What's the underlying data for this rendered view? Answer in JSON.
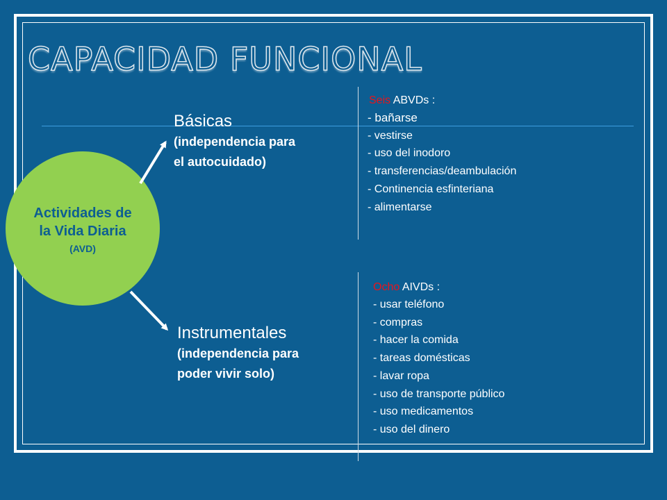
{
  "title": "CAPACIDAD FUNCIONAL",
  "colors": {
    "background": "#0d5e92",
    "circle": "#92d050",
    "highlight_number": "#e8141b",
    "text": "#ffffff",
    "circle_text": "#0d5e92"
  },
  "avd": {
    "line1": "Actividades de",
    "line2": "la Vida Diaria",
    "line3": "(AVD)"
  },
  "basicas": {
    "name": "Básicas",
    "desc_line1": "(independencia para",
    "desc_line2": "el autocuidado)"
  },
  "instrumentales": {
    "name": "Instrumentales",
    "desc_line1": "(independencia para",
    "desc_line2": "poder vivir solo)"
  },
  "abvd": {
    "count": "Seis",
    "label": " ABVDs :",
    "items": [
      "- bañarse",
      "- vestirse",
      "- uso del inodoro",
      "- transferencias/deambulación",
      "- Continencia esfinteriana",
      "- alimentarse"
    ]
  },
  "aivd": {
    "count": "Ocho",
    "label": " AIVDs :",
    "items": [
      "- usar teléfono",
      "- compras",
      "- hacer la comida",
      "- tareas domésticas",
      "- lavar ropa",
      "- uso de transporte público",
      "- uso medicamentos",
      "- uso del dinero"
    ]
  }
}
